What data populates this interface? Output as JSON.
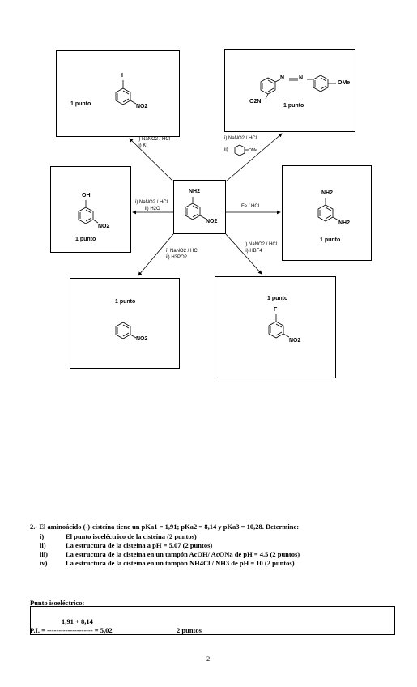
{
  "reactions": {
    "center": {
      "nh2": "NH2",
      "no2": "NO2"
    },
    "iodo": {
      "points": "1 punto",
      "iodine": "I",
      "no2": "NO2",
      "reagent1": "i) NaNO2 / HCl",
      "reagent2": "ii) KI"
    },
    "azo": {
      "points": "1 punto",
      "ome": "OMe",
      "no2": "O2N",
      "reagent1": "i) NaNO2 / HCl",
      "reagent2": "ii)",
      "reagent2_small": "OMe"
    },
    "phenol": {
      "points": "1 punto",
      "oh": "OH",
      "no2": "NO2",
      "reagent1": "i) NaNO2 / HCl",
      "reagent2": "ii) H2O"
    },
    "diamine": {
      "points": "1 punto",
      "nh2_top": "NH2",
      "nh2_bottom": "NH2",
      "reagent": "Fe / HCl"
    },
    "nitrobenzene": {
      "points": "1 punto",
      "no2": "NO2",
      "reagent1": "i) NaNO2 / HCl",
      "reagent2": "ii) H3PO2"
    },
    "fluoro": {
      "points": "1 punto",
      "fluorine": "F",
      "no2": "NO2",
      "reagent1": "i) NaNO2 / HCl",
      "reagent2": "ii) HBF4"
    }
  },
  "question": {
    "intro": "2.- El aminoácido (-)-cisteína tiene un pKa1 = 1,91; pKa2 = 8,14 y pKa3 = 10,28. Determine:",
    "items": [
      {
        "num": "i)",
        "text": "El punto isoeléctrico de la cisteína (2 puntos)"
      },
      {
        "num": "ii)",
        "text": "La estructura de la cisteína a pH = 5.07   (2 puntos)"
      },
      {
        "num": "iii)",
        "text": "La estructura de la cisteína en un tampón AcOH/ AcONa de pH = 4.5  (2 puntos)"
      },
      {
        "num": "iv)",
        "text": "La estructura de la cisteína en un tampón NH4Cl / NH3 de pH = 10   (2 puntos)"
      }
    ]
  },
  "answer": {
    "heading": "Punto isoeléctrico:",
    "numerator": "1,91 + 8,14",
    "equation": "P.I. = --------------------  =  5,02",
    "points": "2 puntos"
  },
  "page_number": "2"
}
